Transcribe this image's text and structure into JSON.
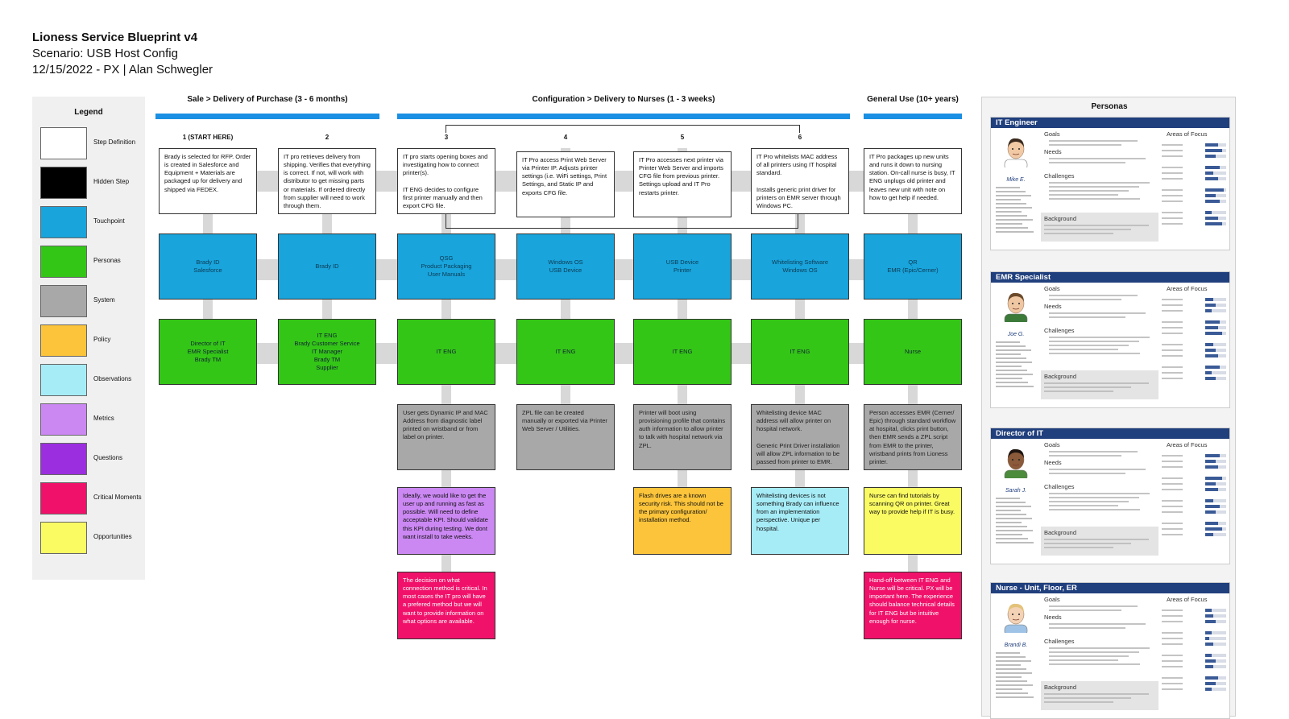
{
  "header": {
    "title": "Lioness Service Blueprint v4",
    "scenario": "Scenario: USB Host Config",
    "meta": "12/15/2022 - PX | Alan Schwegler"
  },
  "legend": {
    "title": "Legend",
    "items": [
      {
        "label": "Step Definition",
        "color": "#ffffff"
      },
      {
        "label": "Hidden Step",
        "color": "#000000"
      },
      {
        "label": "Touchpoint",
        "color": "#19a4dc"
      },
      {
        "label": "Personas",
        "color": "#34c617"
      },
      {
        "label": "System",
        "color": "#a8a8a8"
      },
      {
        "label": "Policy",
        "color": "#fbc43a"
      },
      {
        "label": "Observations",
        "color": "#a6ecf7"
      },
      {
        "label": "Metrics",
        "color": "#cb88f3"
      },
      {
        "label": "Questions",
        "color": "#9b2fe0"
      },
      {
        "label": "Critical Moments",
        "color": "#f0126a"
      },
      {
        "label": "Opportunities",
        "color": "#fafa63"
      }
    ]
  },
  "phases": [
    {
      "title": "Sale > Delivery of Purchase (3 - 6 months)"
    },
    {
      "title": "Configuration > Delivery to Nurses (1 - 3 weeks)"
    },
    {
      "title": "General Use (10+ years)"
    }
  ],
  "steps": [
    {
      "number": "1 (START HERE)",
      "definition": "Brady is selected for RFP. Order is created in Salesforce and Equipment + Materials are packaged up for delivery and shipped via FEDEX.",
      "touchpoint": "Brady ID\nSalesforce",
      "personas": "Director of IT\nEMR Specialist\nBrady TM",
      "system": "",
      "note": "",
      "critical": ""
    },
    {
      "number": "2",
      "definition": "IT pro retrieves delivery from shipping. Verifies that everything is correct. If not, will work with distributor to get missing parts or materials. If ordered directly from supplier will need to work through them.",
      "touchpoint": "Brady ID",
      "personas": "IT ENG\nBrady Customer Service\nIT Manager\nBrady TM\nSupplier",
      "system": "",
      "note": "",
      "critical": ""
    },
    {
      "number": "3",
      "definition": "IT pro starts opening boxes and investigating how to connect printer(s).\n\nIT ENG decides to configure first printer manually and then export CFG file.",
      "touchpoint": "QSG\nProduct Packaging\nUser Manuals",
      "personas": "IT ENG",
      "system": "User gets Dynamic IP and MAC Address from diagnostic label printed on wristband or from label on printer.",
      "note": "Ideally, we would like to get the user up and running as fast as possible. Will need to define acceptable KPI. Should validate this KPI during testing. We dont want install to take weeks.",
      "critical": "The decision on what connection method is critical. In most cases the IT pro will have a prefered method but we will want to provide information on what options are available."
    },
    {
      "number": "4",
      "definition": "IT Pro access Print Web Server via Printer IP. Adjusts printer settings (i.e. WiFi settings, Print Settings, and Static IP and exports CFG file.",
      "touchpoint": "Windows OS\nUSB Device",
      "personas": "IT ENG",
      "system": "ZPL file can be created manually or exported via Printer Web Server / Utilities.",
      "note": "",
      "critical": ""
    },
    {
      "number": "5",
      "definition": "IT Pro accesses next printer via Printer Web Server and imports CFG file from previous printer. Settings upload and IT Pro restarts printer.",
      "touchpoint": "USB Device\nPrinter",
      "personas": "IT ENG",
      "system": "Printer will boot using provisioning profile that contains auth information to allow printer to talk with hospital network via ZPL.",
      "note": "Flash drives are a known security risk. This should not be the primary configuration/ installation method.",
      "critical": ""
    },
    {
      "number": "6",
      "definition": "IT Pro whitelists MAC address of all printers using IT hospital standard.\n\nInstalls generic print driver for printers on EMR server through Windows PC.",
      "touchpoint": "Whitelisting Software\nWindows OS",
      "personas": "IT ENG",
      "system": "Whitelisting device MAC address will allow printer on hospital network.\n\nGeneric Print Driver installation will allow ZPL information to be passed from printer to EMR.",
      "note": "Whitelisting devices is not something Brady can influence from an implementation perspective. Unique per hospital.",
      "critical": ""
    },
    {
      "number": "",
      "definition": "IT Pro packages up new units and runs it down to nursing station. On-call nurse is busy, IT ENG unplugs old printer and leaves new unit with note on how to get help if needed.",
      "touchpoint": "QR\nEMR (Epic/Cerner)",
      "personas": "Nurse",
      "system": "Person accesses EMR (Cerner/ Epic) through standard workflow at hospital, clicks print button, then EMR sends a ZPL script from EMR to the printer, wristband prints from Lioness printer.",
      "note": "Nurse can find tutorials by scanning QR on printer. Great way to provide help if IT is busy.",
      "critical": "Hand-off between IT ENG and Nurse will be critical. PX will be important here. The experience should balance technical details for IT ENG but be intuitive enough for nurse."
    }
  ],
  "personas_panel": {
    "title": "Personas",
    "goals_label": "Goals",
    "needs_label": "Needs",
    "challenges_label": "Challenges",
    "background_label": "Background",
    "areas_label": "Areas of Focus",
    "cards": [
      {
        "header": "IT Engineer",
        "name": "Mike E.",
        "skin": "#f1c9a5",
        "hair": "#3a2a1e",
        "shirt": "#ffffff",
        "areas": [
          0.6,
          0.8,
          0.5,
          0.7,
          0.4,
          0.6,
          0.9,
          0.5,
          0.7,
          0.3,
          0.6,
          0.8
        ]
      },
      {
        "header": "EMR Specialist",
        "name": "Joe G.",
        "skin": "#efc7a2",
        "hair": "#6b4a2b",
        "shirt": "#3c7a3a",
        "areas": [
          0.4,
          0.5,
          0.3,
          0.7,
          0.6,
          0.8,
          0.4,
          0.5,
          0.6,
          0.7,
          0.3,
          0.5
        ]
      },
      {
        "header": "Director of IT",
        "name": "Sarah J.",
        "skin": "#8a5a3a",
        "hair": "#1e1510",
        "shirt": "#4c8a3c",
        "areas": [
          0.7,
          0.5,
          0.6,
          0.8,
          0.5,
          0.6,
          0.4,
          0.7,
          0.5,
          0.6,
          0.8,
          0.4
        ]
      },
      {
        "header": "Nurse - Unit, Floor, ER",
        "name": "Brandi B.",
        "skin": "#f3d2b5",
        "hair": "#e3c27a",
        "shirt": "#9fc3e6",
        "areas": [
          0.3,
          0.4,
          0.5,
          0.3,
          0.2,
          0.4,
          0.3,
          0.5,
          0.4,
          0.6,
          0.5,
          0.3
        ]
      }
    ]
  }
}
